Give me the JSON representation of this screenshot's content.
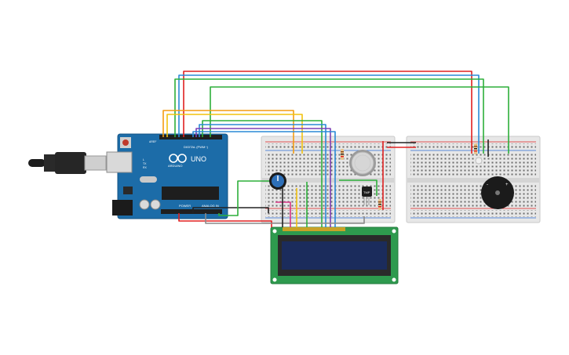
{
  "arduino": {
    "logo": "UNO",
    "brand": "ARDUINO",
    "header_digital": "DIGITAL (PWM~)",
    "header_power": "POWER",
    "header_analog": "ANALOG IN",
    "aref": "AREF",
    "tx": "TX",
    "rx": "RX",
    "l": "L"
  },
  "lcd": {
    "text_line1": "",
    "text_line2": ""
  },
  "buzzer": {
    "plus": "+",
    "minus": "-"
  },
  "sensor": {
    "label": "TMP"
  },
  "colors": {
    "board": "#1c6ca8",
    "lcd_pcb": "#2e9a4e",
    "lcd_screen": "#1b2c5c",
    "wire_red": "#e02020",
    "wire_blue": "#2a8ad6",
    "wire_green": "#2daf3a",
    "wire_orange": "#f39c12",
    "wire_yellow": "#f2c20f",
    "wire_purple": "#7b3fb5",
    "wire_black": "#222222",
    "wire_gray": "#8a8a8a",
    "wire_pink": "#d63384"
  }
}
